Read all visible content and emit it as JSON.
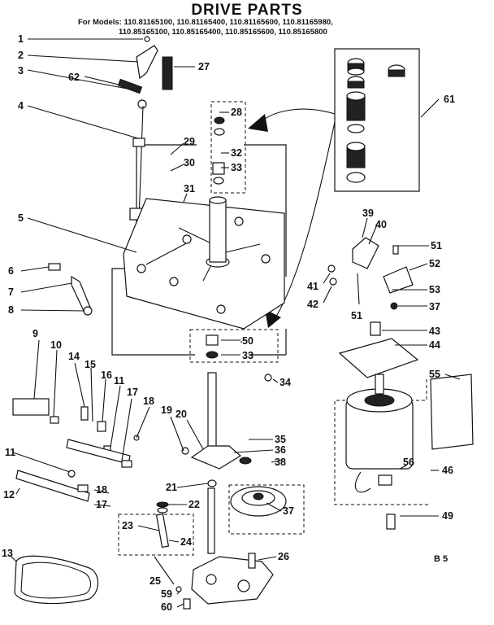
{
  "title": "DRIVE PARTS",
  "models": {
    "prefix": "For Models:",
    "line1": "110.81165100, 110.81165400, 110.81165600, 110.81165980,",
    "line2": "110.85165100, 110.85165400, 110.85165600, 110.85165800"
  },
  "page_code": "B 5",
  "callouts": [
    "1",
    "2",
    "3",
    "62",
    "27",
    "4",
    "28",
    "29",
    "32",
    "30",
    "33",
    "31",
    "5",
    "61",
    "6",
    "7",
    "8",
    "39",
    "40",
    "51",
    "52",
    "41",
    "42",
    "53",
    "51",
    "37",
    "43",
    "44",
    "50",
    "33",
    "34",
    "9",
    "10",
    "14",
    "15",
    "16",
    "11",
    "17",
    "18",
    "19",
    "20",
    "35",
    "36",
    "38",
    "55",
    "11",
    "18",
    "17",
    "12",
    "21",
    "22",
    "37",
    "56",
    "46",
    "23",
    "24",
    "49",
    "13",
    "26",
    "25",
    "59",
    "60"
  ]
}
